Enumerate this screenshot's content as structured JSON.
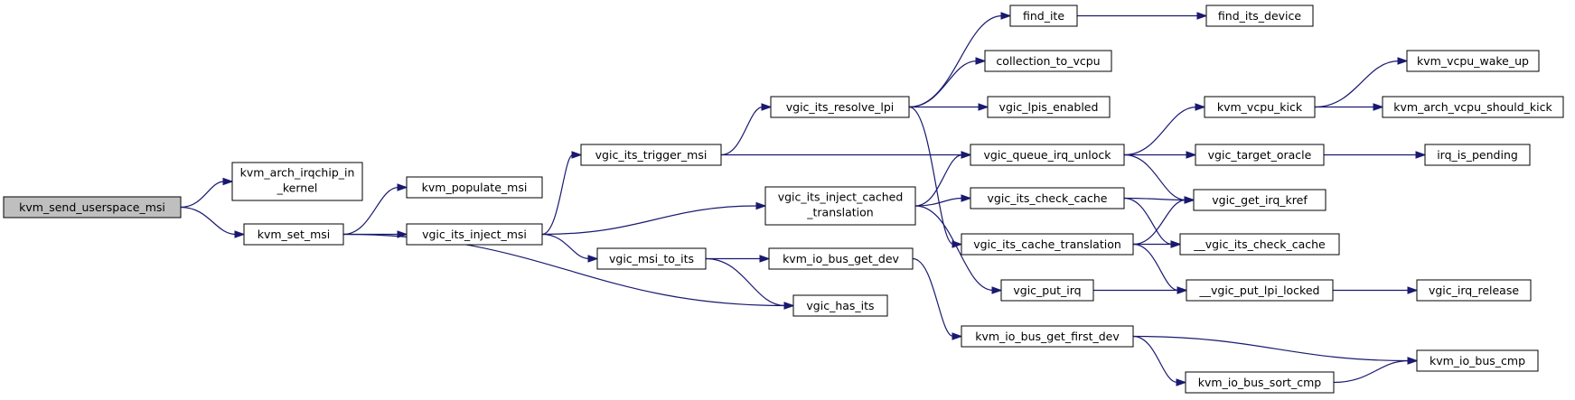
{
  "graph": {
    "root": "kvm_send_userspace_msi",
    "colors": {
      "edge": "#191970",
      "root_fill": "#bfbfbf",
      "node_fill": "#ffffff",
      "node_border": "#000000"
    },
    "nodes": {
      "kvm_send_userspace_msi": "kvm_send_userspace_msi",
      "kvm_arch_irqchip_in_kernel": [
        "kvm_arch_irqchip_in",
        "_kernel"
      ],
      "kvm_set_msi": "kvm_set_msi",
      "kvm_populate_msi": "kvm_populate_msi",
      "vgic_its_inject_msi": "vgic_its_inject_msi",
      "vgic_has_its": "vgic_has_its",
      "vgic_its_trigger_msi": "vgic_its_trigger_msi",
      "vgic_its_inject_cached_translation": [
        "vgic_its_inject_cached",
        "_translation"
      ],
      "vgic_msi_to_its": "vgic_msi_to_its",
      "vgic_its_resolve_lpi": "vgic_its_resolve_lpi",
      "vgic_queue_irq_unlock": "vgic_queue_irq_unlock",
      "vgic_its_check_cache": "vgic_its_check_cache",
      "vgic_its_cache_translation": "vgic_its_cache_translation",
      "vgic_put_irq": "vgic_put_irq",
      "kvm_io_bus_get_dev": "kvm_io_bus_get_dev",
      "kvm_io_bus_get_first_dev": "kvm_io_bus_get_first_dev",
      "find_ite": "find_ite",
      "collection_to_vcpu": "collection_to_vcpu",
      "vgic_lpis_enabled": "vgic_lpis_enabled",
      "find_its_device": "find_its_device",
      "kvm_vcpu_kick": "kvm_vcpu_kick",
      "vgic_target_oracle": "vgic_target_oracle",
      "vgic_get_irq_kref": "vgic_get_irq_kref",
      "__vgic_its_check_cache": "__vgic_its_check_cache",
      "__vgic_put_lpi_locked": "__vgic_put_lpi_locked",
      "kvm_io_bus_sort_cmp": "kvm_io_bus_sort_cmp",
      "kvm_vcpu_wake_up": "kvm_vcpu_wake_up",
      "kvm_arch_vcpu_should_kick": "kvm_arch_vcpu_should_kick",
      "irq_is_pending": "irq_is_pending",
      "vgic_irq_release": "vgic_irq_release",
      "kvm_io_bus_cmp": "kvm_io_bus_cmp"
    },
    "edges": [
      [
        "kvm_send_userspace_msi",
        "kvm_arch_irqchip_in_kernel"
      ],
      [
        "kvm_send_userspace_msi",
        "kvm_set_msi"
      ],
      [
        "kvm_set_msi",
        "kvm_populate_msi"
      ],
      [
        "kvm_set_msi",
        "vgic_its_inject_msi"
      ],
      [
        "kvm_set_msi",
        "vgic_has_its"
      ],
      [
        "vgic_its_inject_msi",
        "vgic_its_trigger_msi"
      ],
      [
        "vgic_its_inject_msi",
        "vgic_its_inject_cached_translation"
      ],
      [
        "vgic_its_inject_msi",
        "vgic_msi_to_its"
      ],
      [
        "vgic_its_trigger_msi",
        "vgic_its_resolve_lpi"
      ],
      [
        "vgic_its_trigger_msi",
        "vgic_queue_irq_unlock"
      ],
      [
        "vgic_its_inject_cached_translation",
        "vgic_queue_irq_unlock"
      ],
      [
        "vgic_its_inject_cached_translation",
        "vgic_its_check_cache"
      ],
      [
        "vgic_its_inject_cached_translation",
        "vgic_put_irq"
      ],
      [
        "vgic_msi_to_its",
        "kvm_io_bus_get_dev"
      ],
      [
        "vgic_msi_to_its",
        "vgic_has_its"
      ],
      [
        "vgic_its_resolve_lpi",
        "find_ite"
      ],
      [
        "vgic_its_resolve_lpi",
        "collection_to_vcpu"
      ],
      [
        "vgic_its_resolve_lpi",
        "vgic_lpis_enabled"
      ],
      [
        "vgic_its_resolve_lpi",
        "vgic_its_cache_translation"
      ],
      [
        "find_ite",
        "find_its_device"
      ],
      [
        "vgic_queue_irq_unlock",
        "kvm_vcpu_kick"
      ],
      [
        "vgic_queue_irq_unlock",
        "vgic_target_oracle"
      ],
      [
        "vgic_queue_irq_unlock",
        "vgic_get_irq_kref"
      ],
      [
        "kvm_vcpu_kick",
        "kvm_vcpu_wake_up"
      ],
      [
        "kvm_vcpu_kick",
        "kvm_arch_vcpu_should_kick"
      ],
      [
        "vgic_target_oracle",
        "irq_is_pending"
      ],
      [
        "vgic_its_check_cache",
        "vgic_get_irq_kref"
      ],
      [
        "vgic_its_check_cache",
        "__vgic_its_check_cache"
      ],
      [
        "vgic_its_cache_translation",
        "vgic_get_irq_kref"
      ],
      [
        "vgic_its_cache_translation",
        "__vgic_its_check_cache"
      ],
      [
        "vgic_its_cache_translation",
        "__vgic_put_lpi_locked"
      ],
      [
        "vgic_put_irq",
        "__vgic_put_lpi_locked"
      ],
      [
        "__vgic_put_lpi_locked",
        "vgic_irq_release"
      ],
      [
        "kvm_io_bus_get_dev",
        "kvm_io_bus_get_first_dev"
      ],
      [
        "kvm_io_bus_get_first_dev",
        "kvm_io_bus_cmp"
      ],
      [
        "kvm_io_bus_get_first_dev",
        "kvm_io_bus_sort_cmp"
      ],
      [
        "kvm_io_bus_sort_cmp",
        "kvm_io_bus_cmp"
      ]
    ]
  }
}
